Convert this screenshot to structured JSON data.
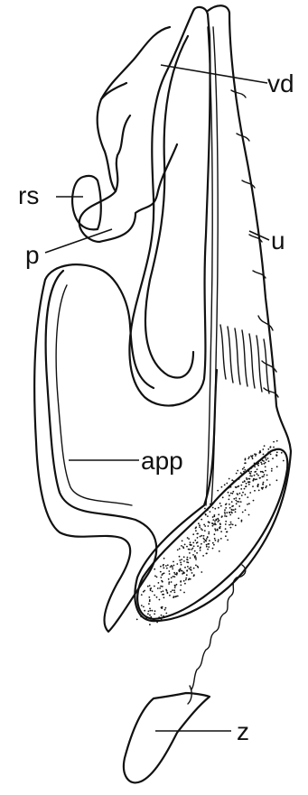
{
  "labels": {
    "vd": "vd",
    "rs": "rs",
    "u": "u",
    "p": "p",
    "app": "app",
    "z": "z"
  },
  "colors": {
    "ink": "#111111",
    "paper": "#ffffff"
  }
}
